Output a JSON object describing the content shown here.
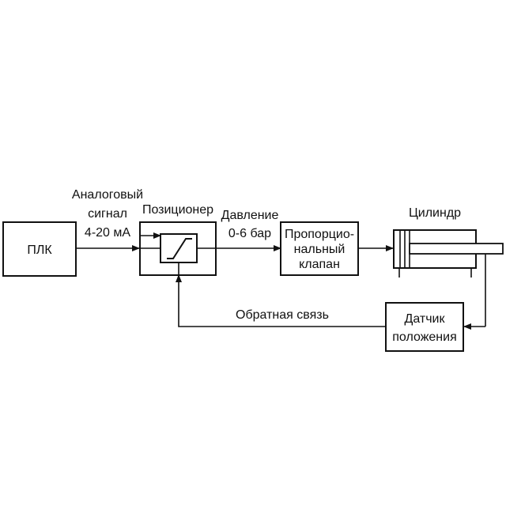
{
  "diagram": {
    "plc": {
      "label": "ПЛК"
    },
    "analog_signal": {
      "lines": [
        "Аналоговый",
        "сигнал",
        "4-20 мА"
      ]
    },
    "positioner": {
      "title": "Позиционер"
    },
    "pressure": {
      "lines": [
        "Давление",
        "0-6 бар"
      ]
    },
    "prop_valve": {
      "lines": [
        "Пропорцио-",
        "нальный",
        "клапан"
      ]
    },
    "cylinder": {
      "title": "Цилиндр"
    },
    "position_sensor": {
      "lines": [
        "Датчик",
        "положения"
      ]
    },
    "feedback": {
      "label": "Обратная связь"
    }
  }
}
